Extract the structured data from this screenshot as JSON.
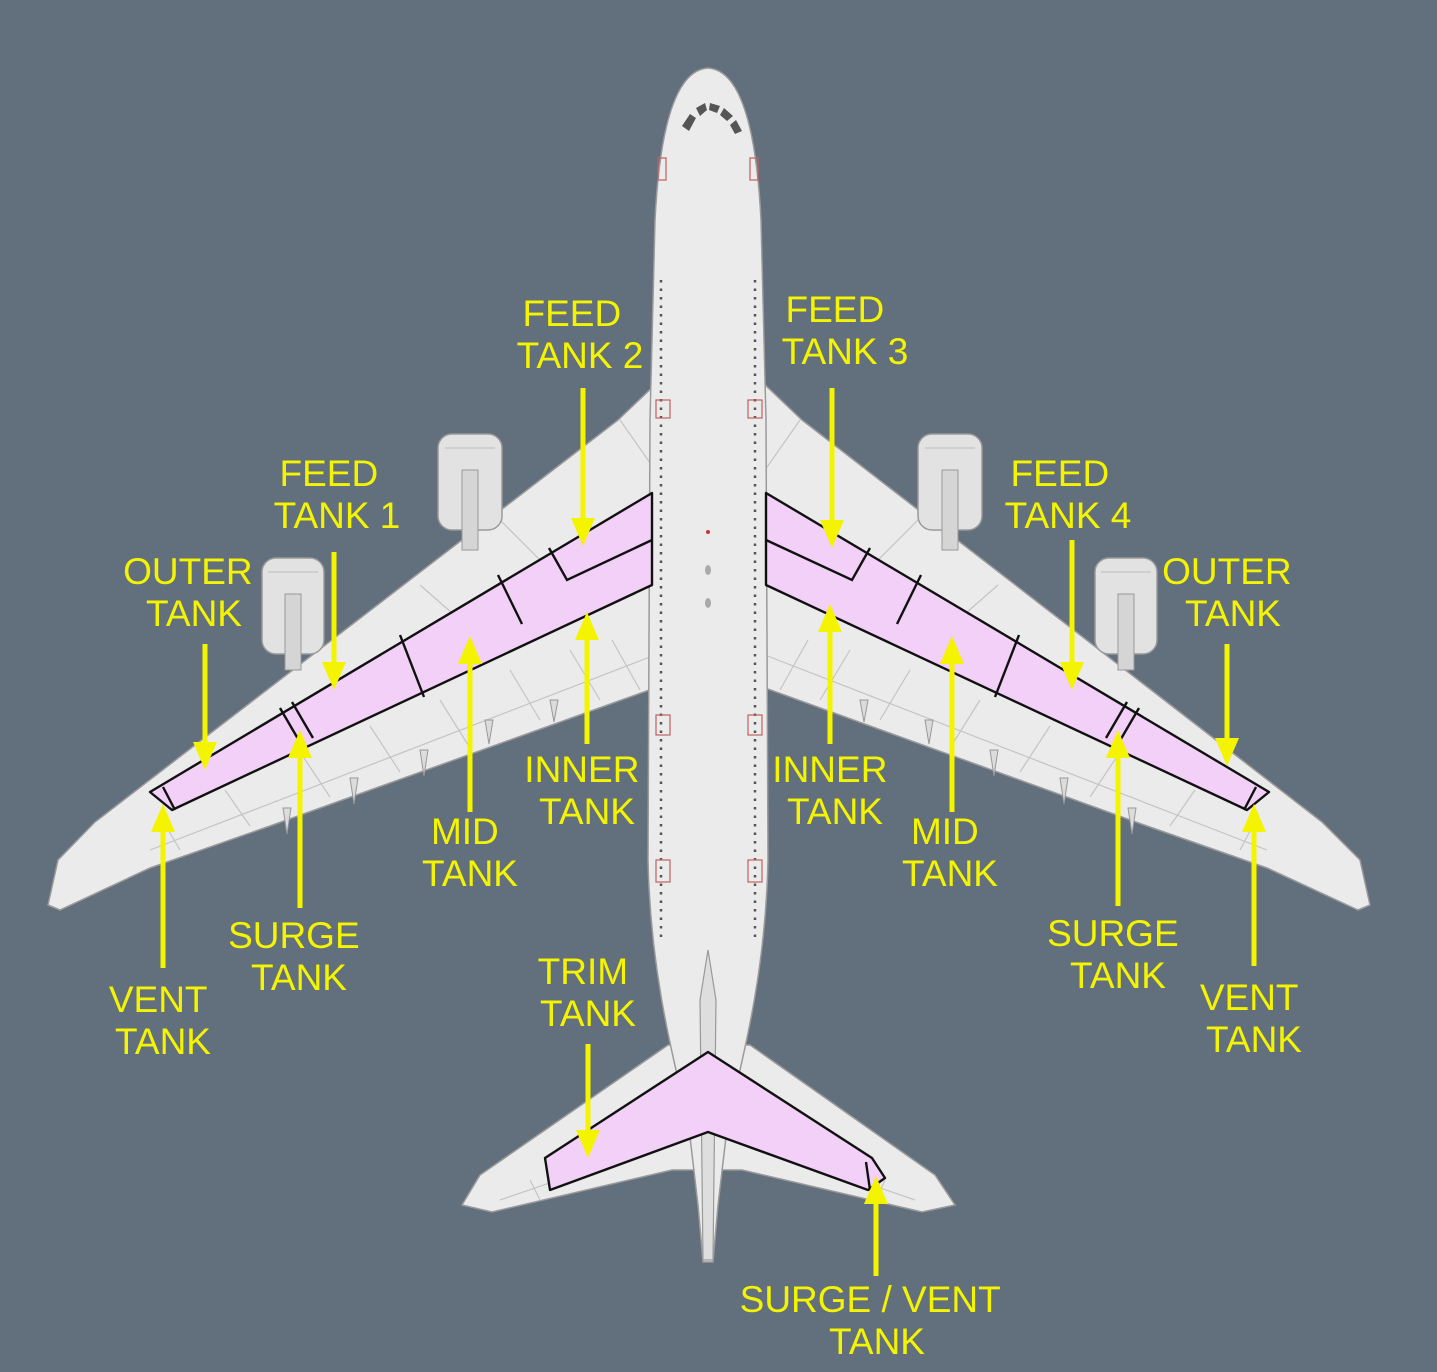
{
  "diagram": {
    "labels": {
      "feed_tank_2": [
        "FEED",
        "TANK 2"
      ],
      "feed_tank_3": [
        "FEED",
        "TANK 3"
      ],
      "feed_tank_1": [
        "FEED",
        "TANK 1"
      ],
      "feed_tank_4": [
        "FEED",
        "TANK 4"
      ],
      "outer_tank_left": [
        "OUTER",
        "TANK"
      ],
      "outer_tank_right": [
        "OUTER",
        "TANK"
      ],
      "inner_tank_left": [
        "INNER",
        "TANK"
      ],
      "inner_tank_right": [
        "INNER",
        "TANK"
      ],
      "mid_tank_left": [
        "MID",
        "TANK"
      ],
      "mid_tank_right": [
        "MID",
        "TANK"
      ],
      "surge_tank_left": [
        "SURGE",
        "TANK"
      ],
      "surge_tank_right": [
        "SURGE",
        "TANK"
      ],
      "vent_tank_left": [
        "VENT",
        "TANK"
      ],
      "vent_tank_right": [
        "VENT",
        "TANK"
      ],
      "trim_tank": [
        "TRIM",
        "TANK"
      ],
      "surge_vent_tank": [
        "SURGE / VENT",
        "TANK"
      ]
    },
    "colors": {
      "background": "#626f7d",
      "label_and_arrow": "#f4f400",
      "fuel_tank_fill": "#f2d0f7",
      "tank_outline": "#111111",
      "airframe": "#ebebeb"
    }
  }
}
